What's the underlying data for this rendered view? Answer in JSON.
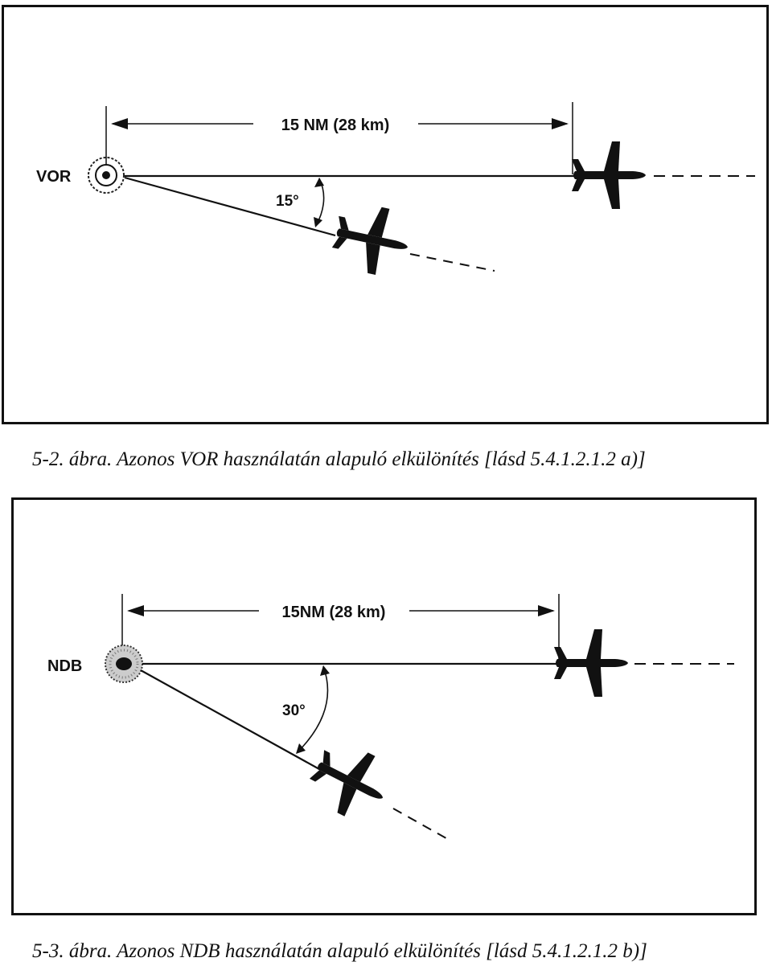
{
  "figure_1": {
    "station_label": "VOR",
    "distance_label": "15 NM (28 km)",
    "angle_label": "15°",
    "caption": "5-2. ábra. Azonos VOR használatán alapuló elkülönítés [lásd 5.4.1.2.1.2 a)]"
  },
  "figure_2": {
    "station_label": "NDB",
    "distance_label": "15NM (28 km)",
    "angle_label": "30°",
    "caption": "5-3. ábra. Azonos NDB használatán alapuló elkülönítés [lásd 5.4.1.2.1.2 b)]"
  },
  "icons": [
    "aircraft-icon",
    "vor-station-icon",
    "ndb-station-icon",
    "arrowhead-icon"
  ]
}
